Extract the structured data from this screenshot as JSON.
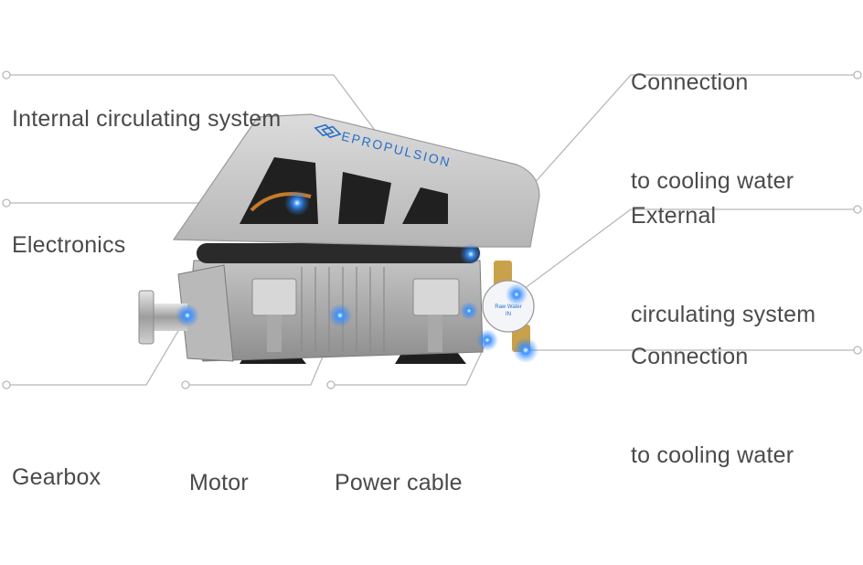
{
  "colors": {
    "label_text": "#4a4a4a",
    "leader_line": "#b8b8b8",
    "housing": "#c9c9c9",
    "housing_dark": "#9a9a9a",
    "motor_body": "#b3b3b3",
    "hose": "#2a2a2a",
    "glow": "#2f86ff",
    "brand": "#2a6fc8"
  },
  "brand": {
    "logo_text": "EPROPULSION"
  },
  "pump": {
    "label_line1": "Raw Water",
    "label_line2": "IN"
  },
  "labels": {
    "internal_circulating_system": "Internal circulating system",
    "connection_top_line1": "Connection",
    "connection_top_line2": "to cooling water",
    "electronics": "Electronics",
    "external_line1": "External",
    "external_line2": "circulating system",
    "connection_bottom_line1": "Connection",
    "connection_bottom_line2": "to cooling water",
    "gearbox": "Gearbox",
    "motor": "Motor",
    "power_cable": "Power cable"
  },
  "icons": {
    "hotspot": "glowing-dot-icon",
    "anchor": "hollow-circle-icon"
  }
}
